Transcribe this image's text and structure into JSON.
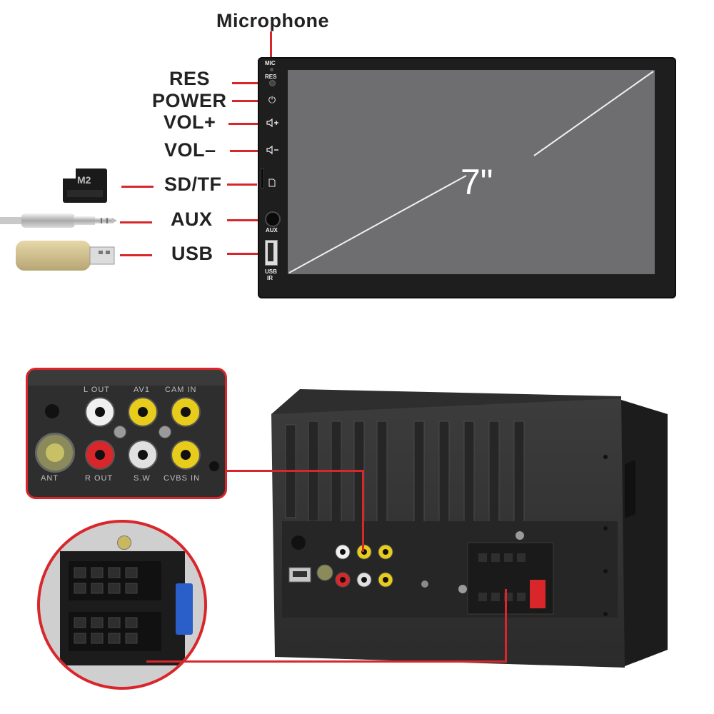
{
  "callouts": {
    "microphone": "Microphone",
    "res": "RES",
    "power": "POWER",
    "vol_up": "VOL+",
    "vol_down": "VOL–",
    "sd_tf": "SD/TF",
    "aux": "AUX",
    "usb": "USB"
  },
  "screen": {
    "size_label": "7\""
  },
  "panel_labels": {
    "mic": "MIC",
    "res": "RES",
    "aux": "AUX",
    "usb": "USB",
    "ir": "IR"
  },
  "sd_card": {
    "text": "M2"
  },
  "rear_zoom": {
    "l_out": "L OUT",
    "av1": "AV1",
    "cam_in": "CAM IN",
    "ant": "ANT",
    "r_out": "R OUT",
    "sw": "S.W",
    "cvbs_in": "CVBS IN"
  },
  "colors": {
    "accent_red": "#d8262b",
    "label_dark": "#222222",
    "bezel": "#1e1e1e",
    "screen": "#6e6e70",
    "rca_yellow": "#e8cc1c",
    "rca_red": "#d8262b",
    "rca_white": "#f0f0f0"
  }
}
